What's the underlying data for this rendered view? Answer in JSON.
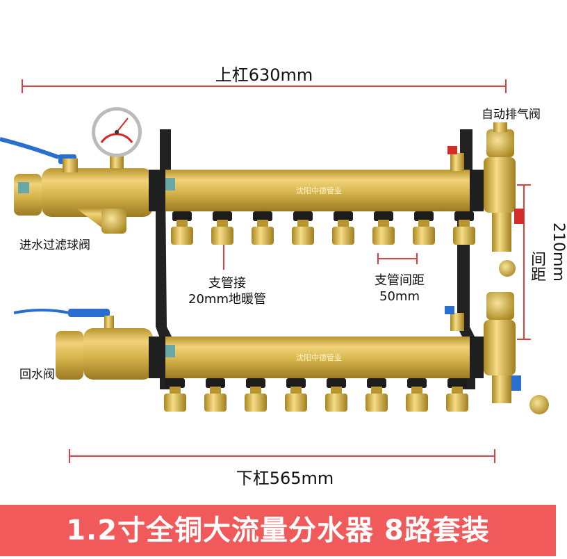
{
  "labels": {
    "top_bar_length": "上杠630mm",
    "bottom_bar_length": "下杠565mm",
    "air_vent": "自动排气阀",
    "inlet_valve": "进水过滤球阀",
    "return_valve": "回水阀",
    "branch_connector_line1": "支管接",
    "branch_connector_line2": "20mm地暖管",
    "branch_spacing_line1": "支管间距",
    "branch_spacing_line2": "50mm",
    "bar_spacing_prefix": "间距",
    "bar_spacing_value": "210mm"
  },
  "product_brand": "沈阳中德管业",
  "banner": {
    "text": "1.2寸全铜大流量分水器  8路套装"
  },
  "colors": {
    "banner": "#f05a5a",
    "dimension_line": "#e04040",
    "brass": "#d8b64a",
    "bracket": "#222222"
  },
  "branch_count": 8
}
